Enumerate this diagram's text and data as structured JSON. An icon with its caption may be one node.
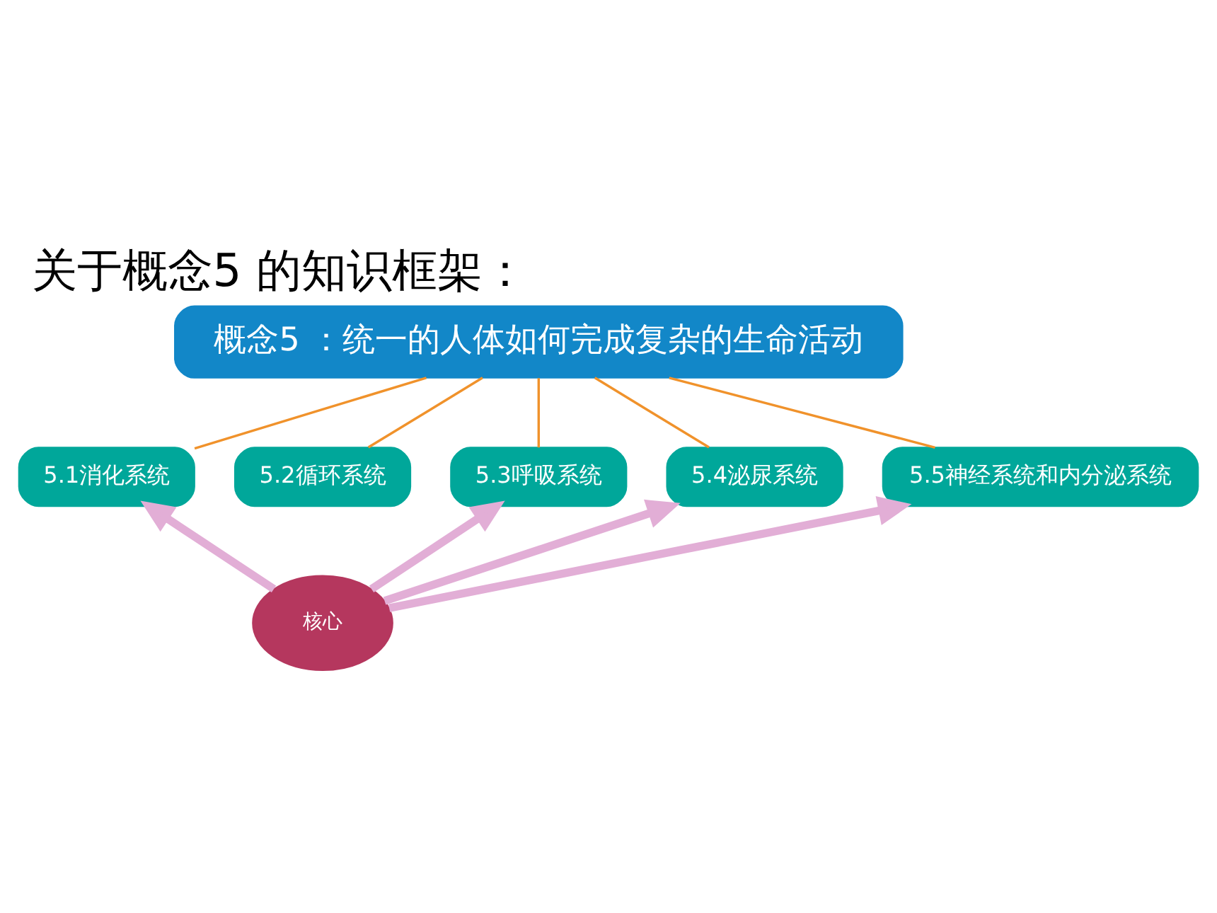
{
  "diagram": {
    "title": "关于概念5 的知识框架：",
    "nodes": [
      {
        "text": [
          "概念5 ：统一的人体如何完成复杂的生命活动"
        ]
      },
      {
        "text": [
          "5.1消化系统"
        ]
      },
      {
        "text": [
          "5.2循环系统"
        ]
      },
      {
        "text": [
          "5.3呼吸系统"
        ]
      },
      {
        "text": [
          "5.4泌尿系统"
        ]
      },
      {
        "text": [
          "5.5神经系统和内分泌系统"
        ]
      },
      {
        "text": [
          "核心"
        ]
      }
    ],
    "edges": [
      {
        "from": 0,
        "to": 1,
        "arrow": "none"
      },
      {
        "from": 0,
        "to": 2,
        "arrow": "none"
      },
      {
        "from": 0,
        "to": 3,
        "arrow": "none"
      },
      {
        "from": 0,
        "to": 4,
        "arrow": "none"
      },
      {
        "from": 0,
        "to": 5,
        "arrow": "none"
      },
      {
        "from": 6,
        "to": 1,
        "arrow": "to",
        "style": "thick",
        "color": "#e2aed6"
      },
      {
        "from": 6,
        "to": 3,
        "arrow": "to",
        "style": "thick",
        "color": "#e2aed6"
      },
      {
        "from": 6,
        "to": 4,
        "arrow": "to",
        "style": "thick",
        "color": "#e2aed6"
      },
      {
        "from": 6,
        "to": 5,
        "arrow": "to",
        "style": "thick",
        "color": "#e2aed6"
      }
    ]
  }
}
